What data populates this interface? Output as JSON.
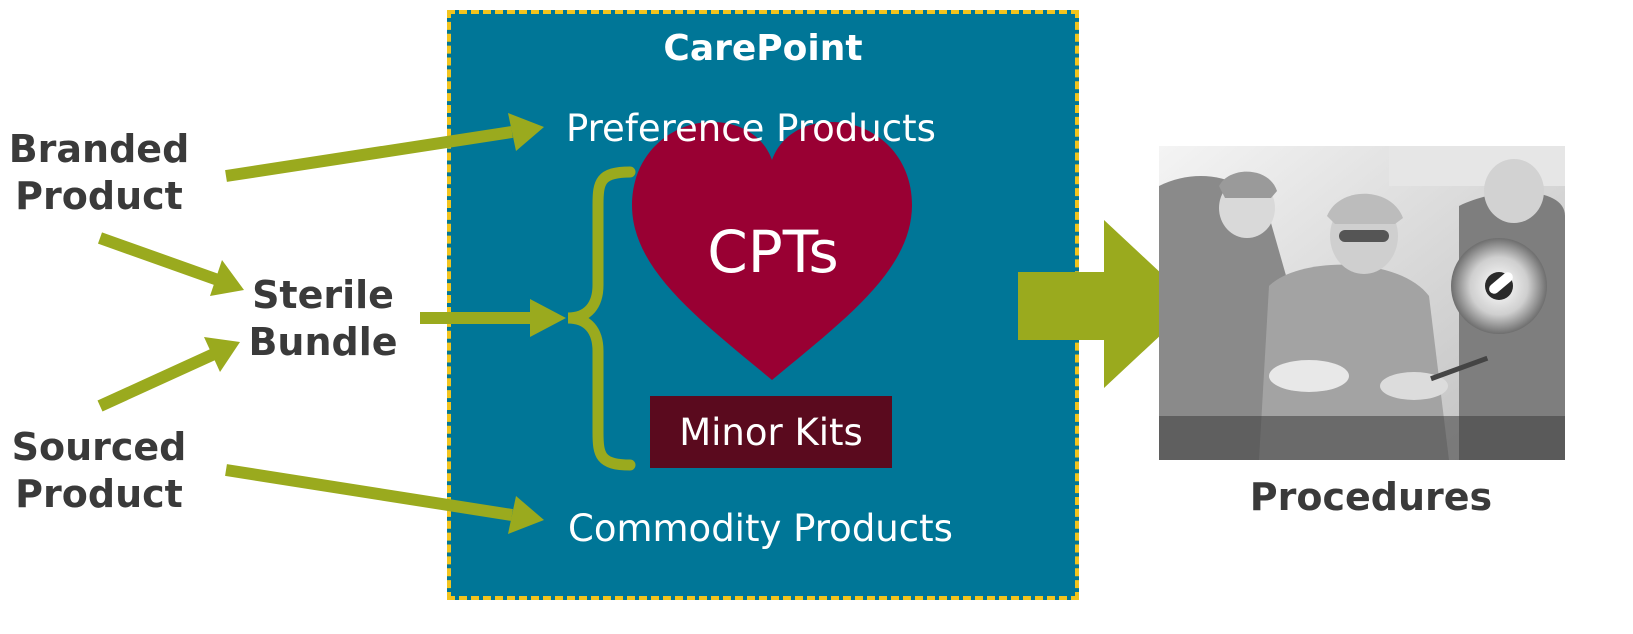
{
  "inputs": {
    "branded": "Branded\nProduct",
    "sterile": "Sterile\nBundle",
    "sourced": "Sourced\nProduct"
  },
  "carepoint": {
    "title": "CarePoint",
    "preference": "Preference Products",
    "cpts": "CPTs",
    "minor_kits": "Minor Kits",
    "commodity": "Commodity Products"
  },
  "output": {
    "label": "Procedures"
  },
  "colors": {
    "arrow": "#9aaa1e",
    "box": "#007697",
    "box_border": "#f2c41d",
    "heart": "#990033",
    "kits": "#5a0a1e",
    "label": "#3a3a3a"
  }
}
